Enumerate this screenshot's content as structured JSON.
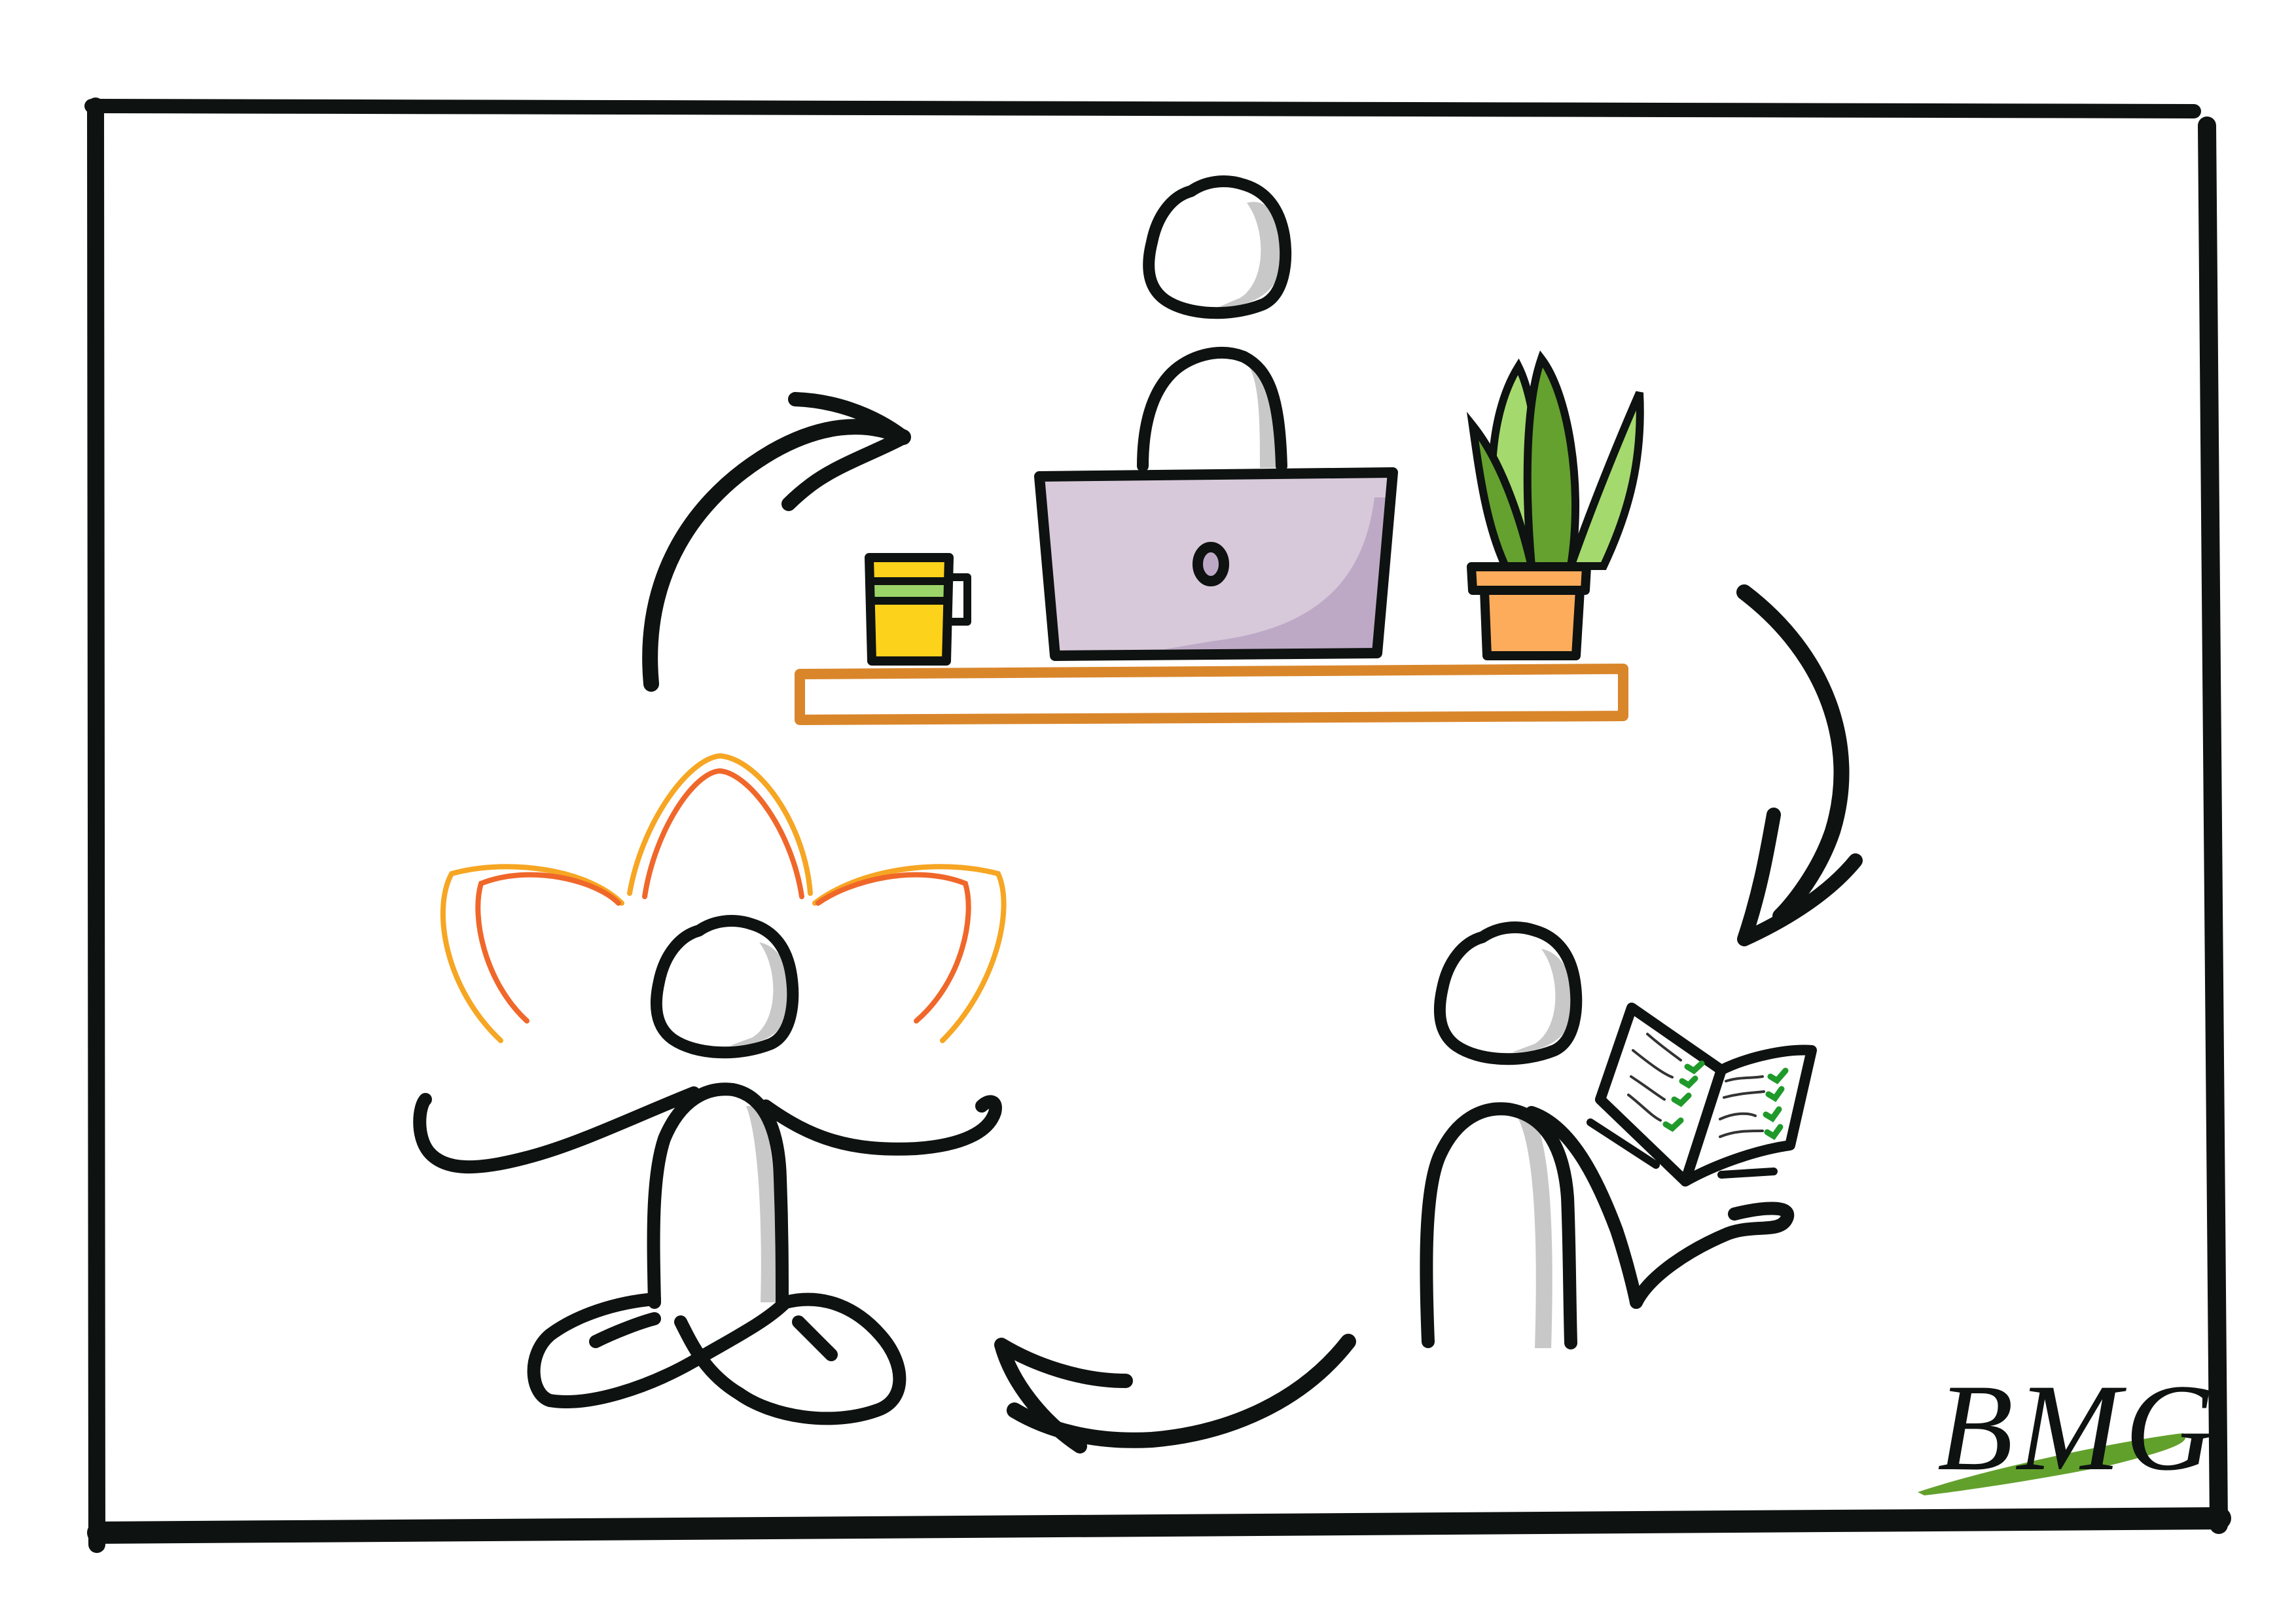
{
  "illustration": {
    "title": "Work – Learn – Relax cycle sketch",
    "scenes": [
      {
        "id": "work",
        "label": "Person working at laptop on desk shelf with coffee mug and potted plant"
      },
      {
        "id": "learn",
        "label": "Person reading an open book with checklist"
      },
      {
        "id": "relax",
        "label": "Person meditating in lotus pose with lotus petals"
      }
    ],
    "arrows": [
      {
        "from": "relax",
        "to": "work"
      },
      {
        "from": "work",
        "to": "learn"
      },
      {
        "from": "learn",
        "to": "relax"
      }
    ]
  },
  "signature": {
    "text": "BMG"
  },
  "colors": {
    "ink": "#0e1210",
    "skin_shadow": "#c8c8c8",
    "laptop": "#d7c9da",
    "laptop_shadow": "#bda9c6",
    "shelf": "#d9862b",
    "mug_yellow": "#fdd21b",
    "mug_green": "#9bd468",
    "pot_orange": "#fdac5b",
    "leaf_light": "#a4d96d",
    "leaf_dark": "#64a12e",
    "lotus_orange": "#f6a623",
    "lotus_red": "#f0672a",
    "check_green": "#1f9a2a",
    "signature_green": "#62a02c"
  }
}
